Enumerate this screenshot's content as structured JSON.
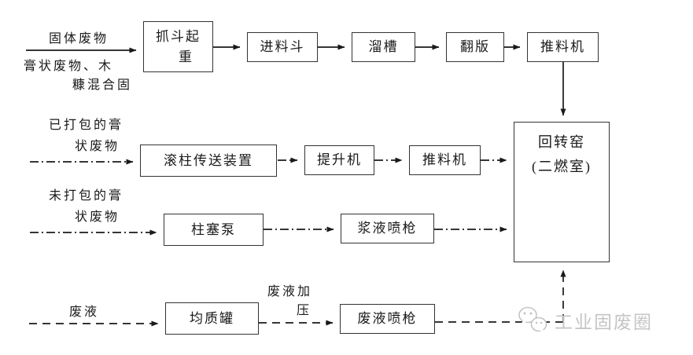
{
  "page": {
    "background": "#ffffff"
  },
  "colors": {
    "line": "#1a1a1a",
    "box_border": "#333333",
    "text": "#1a1a1a",
    "watermark": "#c5c5c5"
  },
  "diagram": {
    "row1": {
      "input_label": "固体废物",
      "input_sublabel_line1": "膏状废物、木",
      "input_sublabel_line2": "糠混合固",
      "nodes": {
        "grab_crane_line1": "抓斗起",
        "grab_crane_line2": "重",
        "feed_hopper": "进料斗",
        "chute": "溜槽",
        "flip_plate": "翻版",
        "pusher": "推料机"
      }
    },
    "row2": {
      "input_label_line1": "已打包的膏",
      "input_label_line2": "状废物",
      "nodes": {
        "roller_conveyor": "滚柱传送装置",
        "elevator": "提升机",
        "pusher": "推料机"
      }
    },
    "row3": {
      "input_label_line1": "未打包的膏",
      "input_label_line2": "状废物",
      "nodes": {
        "plunger_pump": "柱塞泵",
        "slurry_spray_gun": "浆液喷枪"
      }
    },
    "row4": {
      "input_label": "废液",
      "pressurize_label_line1": "废液加",
      "pressurize_label_line2": "压",
      "nodes": {
        "homogenizer_tank": "均质罐",
        "waste_liquid_spray_gun": "废液喷枪"
      }
    },
    "kiln": {
      "line1": "回转窑",
      "line2": "(二燃室)"
    }
  },
  "watermark": {
    "text": "工业固废圈",
    "icon": "wechat-icon"
  }
}
